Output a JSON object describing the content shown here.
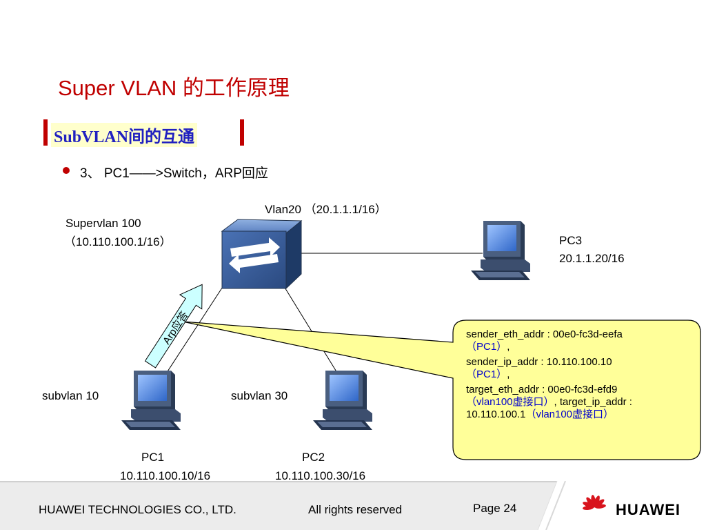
{
  "slide": {
    "title": "Super VLAN 的工作原理",
    "subheading": "SubVLAN间的互通",
    "step": "3、 PC1——>Switch，ARP回应"
  },
  "diagram": {
    "switch_label_line1": "Supervlan  100",
    "switch_label_line2": "（10.110.100.1/16）",
    "vlan20_label": "Vlan20 （20.1.1.1/16）",
    "pc3_name": "PC3",
    "pc3_ip": "20.1.1.20/16",
    "subvlan10_label": "subvlan 10",
    "subvlan30_label": "subvlan 30",
    "pc1_name": "PC1",
    "pc1_ip": "10.110.100.10/16",
    "pc2_name": "PC2",
    "pc2_ip": "10.110.100.30/16",
    "arrow_label": "Arp应答"
  },
  "callout": {
    "line1": "sender_eth_addr : 00e0-fc3d-eefa",
    "line2": "（PC1）",
    "line2_tail": ",",
    "line3": "sender_ip_addr : 10.110.100.10",
    "line4": "（PC1）",
    "line4_tail": ",",
    "line5": "target_eth_addr : 00e0-fc3d-efd9",
    "line6": "（vlan100虚接口）",
    "line6_tail": ", target_ip_addr :",
    "line7": "10.110.100.1",
    "line7_tail": "（vlan100虚接口）"
  },
  "colors": {
    "title_red": "#c00000",
    "subheading_blue": "#2020c0",
    "callout_fill": "#ffff99",
    "arrow_fill": "#ccffff",
    "switch_blue": "#3a5f9a"
  },
  "footer": {
    "company": "HUAWEI TECHNOLOGIES CO., LTD.",
    "rights": "All rights reserved",
    "page": "Page 24",
    "logo_text": "HUAWEI",
    "logo_icon": "huawei-flower-logo"
  }
}
